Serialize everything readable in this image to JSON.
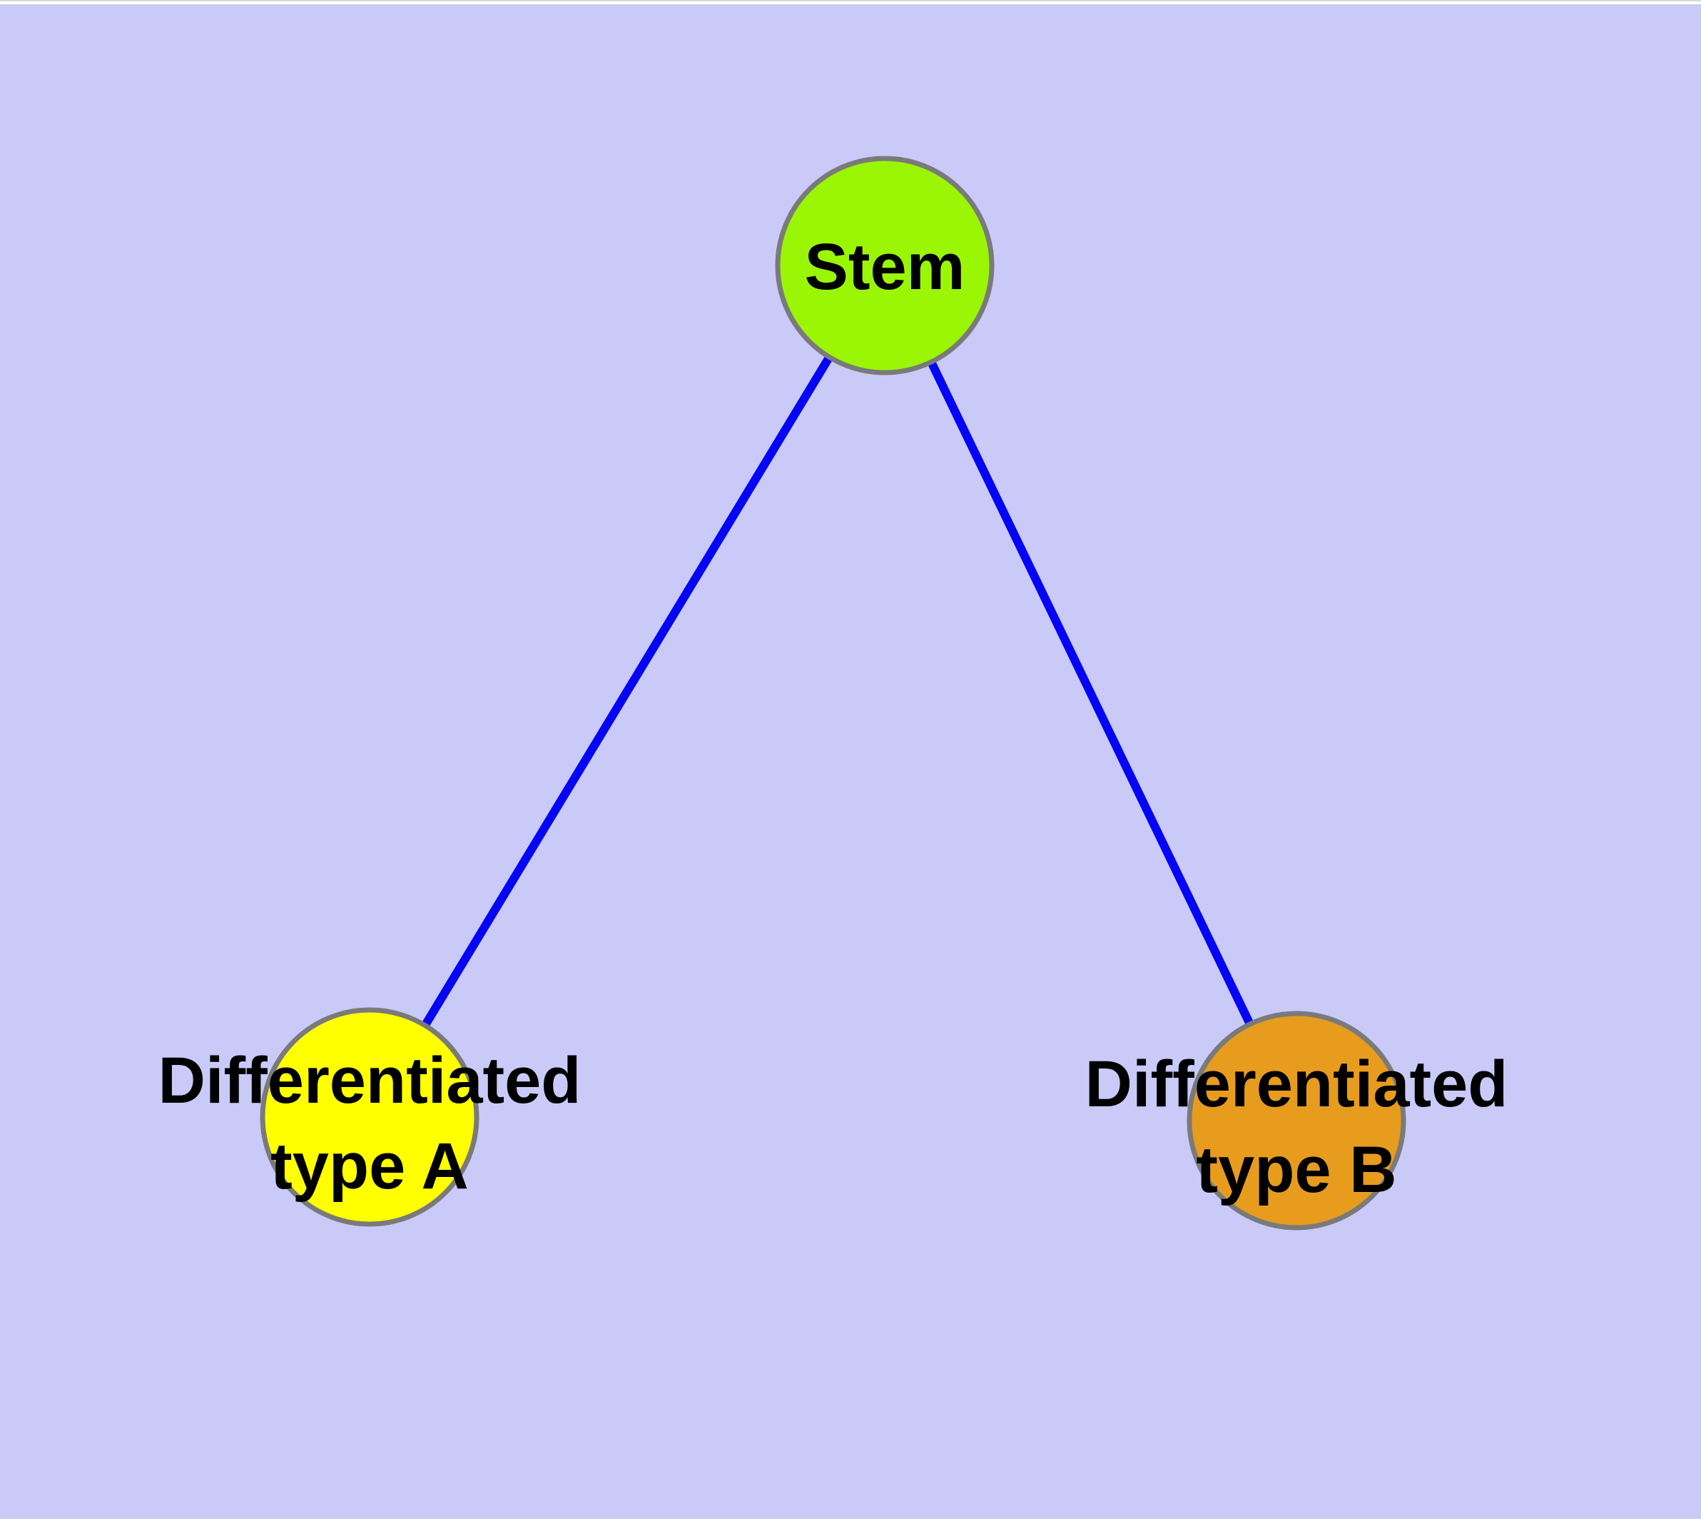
{
  "diagram": {
    "type": "graph",
    "nodes": [
      {
        "id": "stem",
        "label": "Stem",
        "fill": "#9AF605"
      },
      {
        "id": "type_a",
        "label_line1": "Differentiated",
        "label_line2": "type A",
        "fill": "#FFFF00"
      },
      {
        "id": "type_b",
        "label_line1": "Differentiated",
        "label_line2": "type B",
        "fill": "#E79C1E"
      }
    ],
    "edges": [
      {
        "from": "stem",
        "to": "type_a"
      },
      {
        "from": "stem",
        "to": "type_b"
      }
    ],
    "colors": {
      "page": "#FFFFFF",
      "top_edge_line": "#D9D9D9",
      "background": "#CACAF8",
      "edge": "#0505F5",
      "node_border": "#7A7A7A",
      "text": "#000000"
    }
  }
}
